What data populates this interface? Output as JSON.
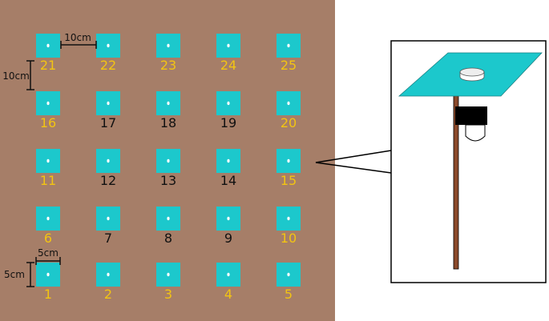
{
  "colors": {
    "board": "#A67E68",
    "plate": "#1CC8CC",
    "hole": "#ffffff",
    "label_yellow": "#F2C413",
    "label_black": "#111111",
    "pole": "#8B4A2B",
    "clamp": "#000000"
  },
  "grid": {
    "labels": [
      [
        "21",
        "22",
        "23",
        "24",
        "25"
      ],
      [
        "16",
        "17",
        "18",
        "19",
        "20"
      ],
      [
        "11",
        "12",
        "13",
        "14",
        "15"
      ],
      [
        "6",
        "7",
        "8",
        "9",
        "10"
      ],
      [
        "1",
        "2",
        "3",
        "4",
        "5"
      ]
    ],
    "yellow_labels": [
      "1",
      "2",
      "3",
      "4",
      "5",
      "6",
      "10",
      "11",
      "15",
      "16",
      "20",
      "21",
      "22",
      "23",
      "24",
      "25"
    ]
  },
  "dimensions": {
    "spacing_horizontal": "10cm",
    "spacing_vertical": "10cm",
    "plate_width": "5cm",
    "plate_height": "5cm"
  }
}
